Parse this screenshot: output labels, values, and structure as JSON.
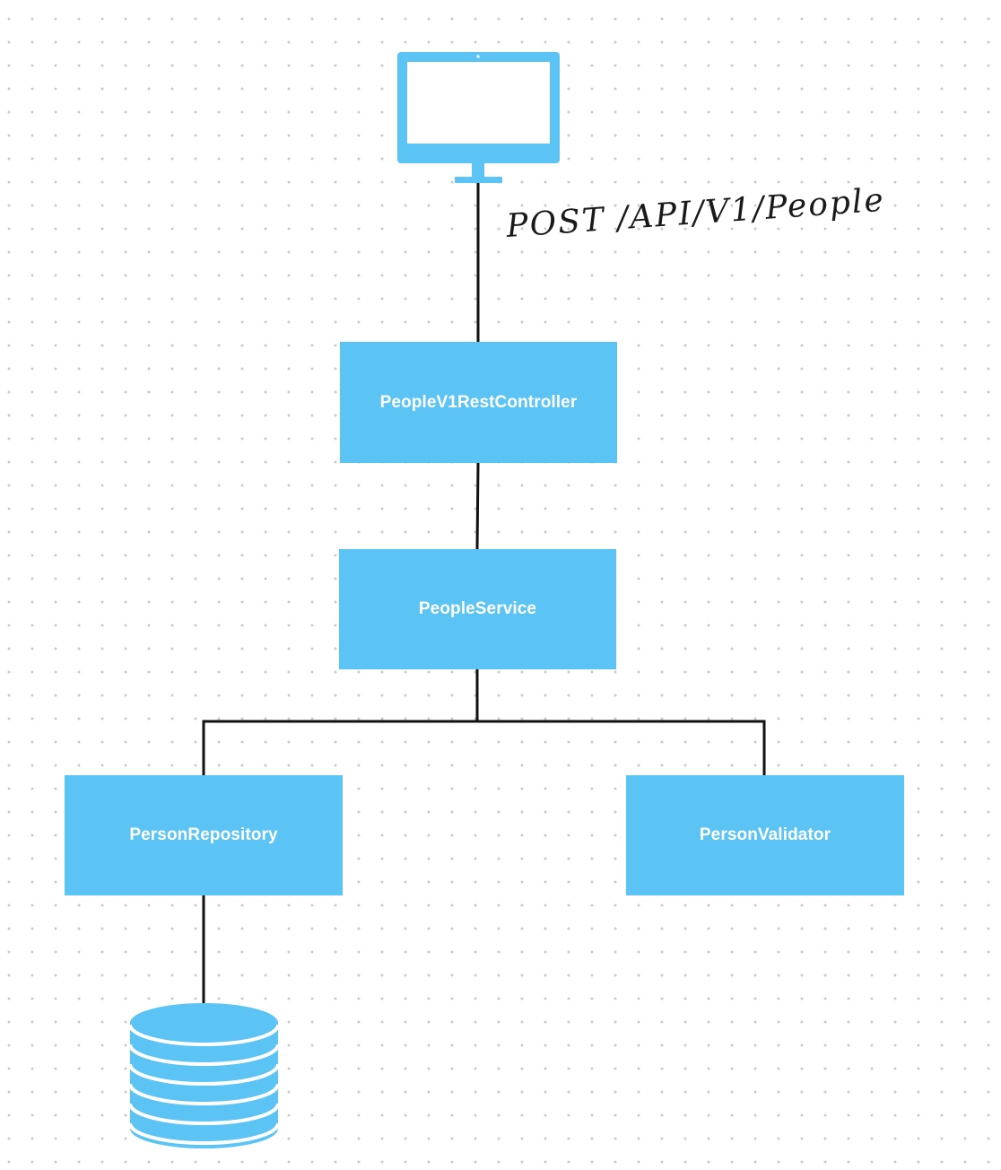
{
  "colors": {
    "node_fill": "#5bc4f5",
    "node_text": "#ffffff",
    "connector": "#111111",
    "background": "#ffffff",
    "grid_dot": "#c9c9c9"
  },
  "annotation": {
    "text": "POST /API/V1/People"
  },
  "nodes": {
    "client": {
      "icon": "monitor-icon"
    },
    "controller": {
      "label": "PeopleV1RestController"
    },
    "service": {
      "label": "PeopleService"
    },
    "repository": {
      "label": "PersonRepository"
    },
    "validator": {
      "label": "PersonValidator"
    },
    "database": {
      "icon": "database-icon"
    }
  }
}
